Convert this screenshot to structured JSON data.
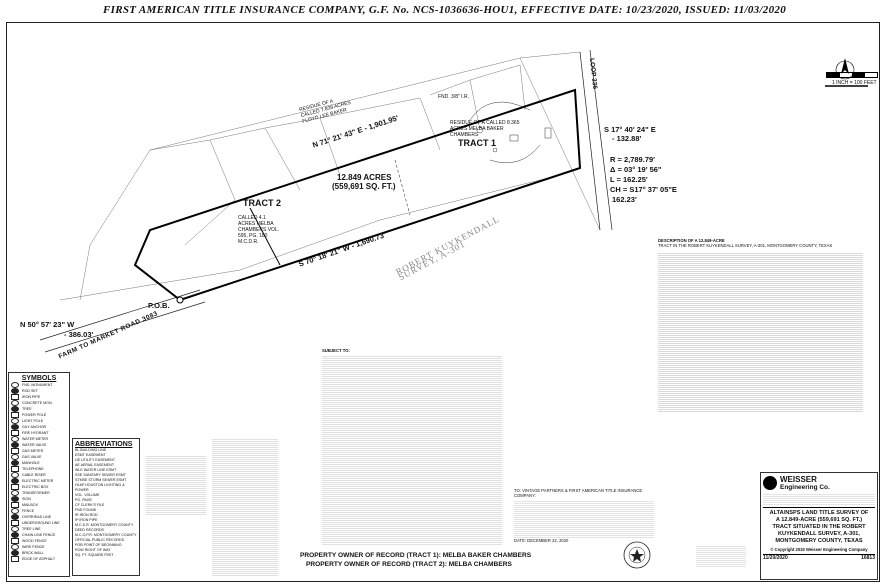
{
  "header": {
    "title": "FIRST AMERICAN TITLE INSURANCE COMPANY, G.F. No. NCS-1036636-HOU1, EFFECTIVE DATE: 10/23/2020, ISSUED: 11/03/2020"
  },
  "plat": {
    "loop_label": "LOOP 336",
    "road_label": "FARM TO MARKET ROAD 3083",
    "survey_label": "ROBERT KUYKENDALL SURVEY, A-301",
    "tract1": "TRACT 1",
    "tract2": "TRACT 2",
    "area_acres": "12.849 ACRES",
    "area_sqft": "(559,691 SQ. FT.)",
    "pob": "P.O.B.",
    "bearing_north": "N  71° 21' 43\" E  -  1,901.95'",
    "bearing_south": "S  70° 18' 21\" W  -  1,690.73'",
    "bearing_west": "N  50° 57' 23\" W",
    "dist_west": "-  386.03'",
    "bearing_east": "S  17° 40' 24\" E",
    "dist_east": "-  132.88'",
    "curve_r": "R  =  2,789.79'",
    "curve_delta": "Δ  =  03° 19' 56\"",
    "curve_l": "L  =  162.25'",
    "curve_ch": "CH = S17° 37' 05\"E",
    "curve_chd": "162.23'",
    "note_melba_t1": "RESIDUE OF A CALLED 8.365 ACRES MELBA BAKER CHAMBERS",
    "note_melba_t2": "CALLED 4.1 ACRES MELBA CHAMBERS VOL. 595, PG. 180 M.C.D.R.",
    "note_floyd": "RESIDUE OF A CALLED 7.838 ACRES FLOYD LEE BAKER",
    "note_fp": "FND. 3/8\" I.R."
  },
  "symbols": {
    "title": "SYMBOLS",
    "items": [
      "FND. MONUMENT",
      "ROD SET",
      "IRON PIPE",
      "CONCRETE MON.",
      "TREE",
      "POWER POLE",
      "LIGHT POLE",
      "GUY ANCHOR",
      "FIRE HYDRANT",
      "WATER METER",
      "WATER VALVE",
      "GAS METER",
      "GAS VALVE",
      "MANHOLE",
      "TELEPHONE",
      "CABLE RISER",
      "ELECTRIC METER",
      "ELECTRIC BOX",
      "TRANSFORMER",
      "SIGN",
      "MAILBOX",
      "FENCE",
      "OVERHEAD LINE",
      "UNDERGROUND LINE",
      "TREE LINE",
      "CHAIN LINK FENCE",
      "WOOD FENCE",
      "WIRE FENCE",
      "BRICK WALL",
      "EDGE OF ASPHALT"
    ]
  },
  "abbreviations": {
    "title": "ABBREVIATIONS",
    "items": [
      "BL  BUILDING LINE",
      "ESMT  EASEMENT",
      "UE  UTILITY EASEMENT",
      "AE  AERIAL EASEMENT",
      "WLE  WATER LINE ESMT",
      "SSE  SANITARY SEWER ESMT",
      "STMSE  STORM SEWER ESMT",
      "HL&P  HOUSTON LIGHTING & POWER",
      "VOL.  VOLUME",
      "PG.  PAGE",
      "CF  CLERK'S FILE",
      "FND  FOUND",
      "IR  IRON ROD",
      "IP  IRON PIPE",
      "M.C.D.R.  MONTGOMERY COUNTY DEED RECORDS",
      "M.C.O.P.R.  MONTGOMERY COUNTY OFFICIAL PUBLIC RECORDS",
      "POB  POINT OF BEGINNING",
      "ROW  RIGHT OF WAY",
      "SQ. FT.  SQUARE FEET"
    ]
  },
  "owners": {
    "line1": "PROPERTY OWNER OF RECORD (TRACT 1): MELBA BAKER CHAMBERS",
    "line2": "PROPERTY OWNER OF RECORD (TRACT 2): MELBA CHAMBERS"
  },
  "certification": {
    "to": "TO: VINTAGE PARTNERS & FIRST AMERICAN TITLE INSURANCE COMPANY:",
    "date": "DATE: DECEMBER 22, 2020"
  },
  "title_block": {
    "company": "WEISSER",
    "company2": "Engineering Co.",
    "title_lines": [
      "ALTA/NSPS LAND TITLE SURVEY OF",
      "A 12.849-ACRE (559,691 SQ. FT.)",
      "TRACT SITUATED IN THE ROBERT",
      "KUYKENDALL SURVEY, A-301,",
      "MONTGOMERY COUNTY, TEXAS"
    ],
    "copyright": "© Copyright 2020 Weisser Engineering Company",
    "date": "11/20/2020",
    "job": "16813"
  },
  "scale": {
    "label": "1 INCH = 100 FEET"
  },
  "subject": {
    "label": "SUBJECT TO:"
  },
  "description": {
    "title": "DESCRIPTION OF A 12.849-ACRE",
    "sub": "TRACT IN THE ROBERT KUYKENDALL SURVEY, A-301, MONTGOMERY COUNTY, TEXAS"
  }
}
